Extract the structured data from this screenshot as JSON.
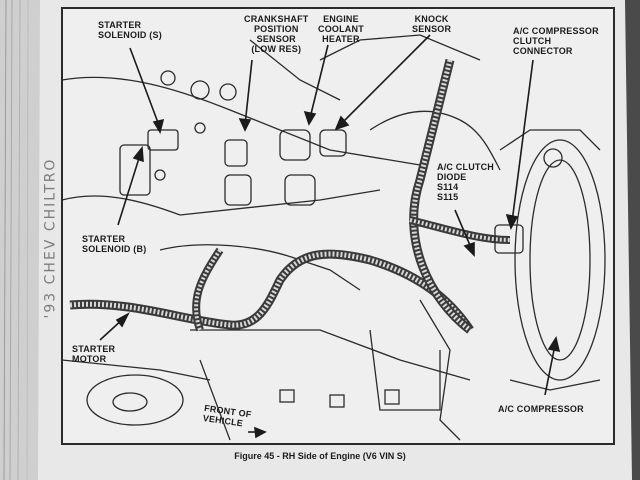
{
  "labels": {
    "starter_solenoid_s": [
      "STARTER",
      "SOLENOID (S)"
    ],
    "crankshaft_sensor": [
      "CRANKSHAFT",
      "POSITION",
      "SENSOR",
      "(LOW RES)"
    ],
    "engine_coolant_heater": [
      "ENGINE",
      "COOLANT",
      "HEATER"
    ],
    "knock_sensor": [
      "KNOCK",
      "SENSOR"
    ],
    "ac_compressor_clutch_connector": [
      "A/C COMPRESSOR",
      "CLUTCH",
      "CONNECTOR"
    ],
    "ac_clutch_diode": [
      "A/C CLUTCH",
      "DIODE",
      "S114",
      "S115"
    ],
    "starter_solenoid_b": [
      "STARTER",
      "SOLENOID (B)"
    ],
    "starter_motor": [
      "STARTER",
      "MOTOR"
    ],
    "front_of_vehicle": [
      "FRONT OF",
      "VEHICLE"
    ],
    "ac_compressor": "A/C COMPRESSOR"
  },
  "caption": "Figure 45 - RH Side of Engine (V6  VIN S)",
  "side_text": "'93 CHEV CHILTRO"
}
